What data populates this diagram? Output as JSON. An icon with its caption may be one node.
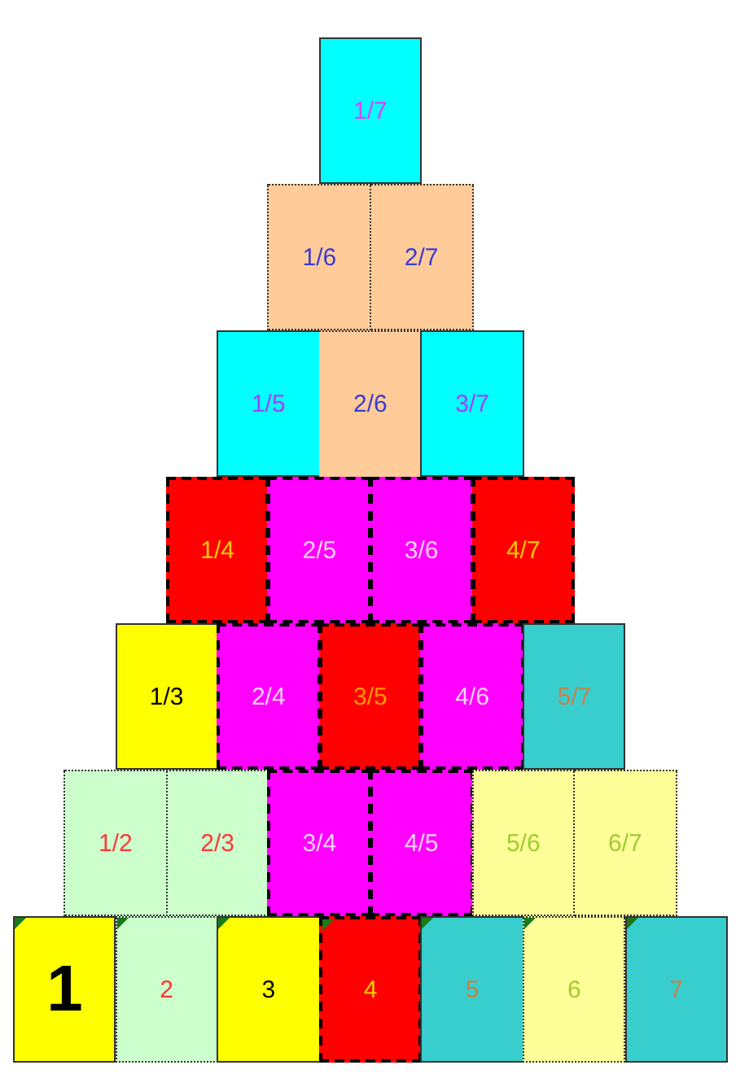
{
  "diagram": {
    "nodes": [
      {
        "text": [
          "1/7"
        ]
      },
      {
        "text": [
          "1/6"
        ]
      },
      {
        "text": [
          "2/7"
        ]
      },
      {
        "text": [
          "1/5"
        ]
      },
      {
        "text": [
          "2/6"
        ]
      },
      {
        "text": [
          "3/7"
        ]
      },
      {
        "text": [
          "1/4"
        ]
      },
      {
        "text": [
          "2/5"
        ]
      },
      {
        "text": [
          "3/6"
        ]
      },
      {
        "text": [
          "4/7"
        ]
      },
      {
        "text": [
          "1/3"
        ]
      },
      {
        "text": [
          "2/4"
        ]
      },
      {
        "text": [
          "3/5"
        ]
      },
      {
        "text": [
          "4/6"
        ]
      },
      {
        "text": [
          "5/7"
        ]
      },
      {
        "text": [
          "1/2"
        ]
      },
      {
        "text": [
          "2/3"
        ]
      },
      {
        "text": [
          "3/4"
        ]
      },
      {
        "text": [
          "4/5"
        ]
      },
      {
        "text": [
          "5/6"
        ]
      },
      {
        "text": [
          "6/7"
        ]
      },
      {
        "text": [
          "1"
        ]
      },
      {
        "text": [
          "2"
        ]
      },
      {
        "text": [
          "3"
        ]
      },
      {
        "text": [
          "4"
        ]
      },
      {
        "text": [
          "5"
        ]
      },
      {
        "text": [
          "6"
        ]
      },
      {
        "text": [
          "7"
        ]
      }
    ]
  }
}
